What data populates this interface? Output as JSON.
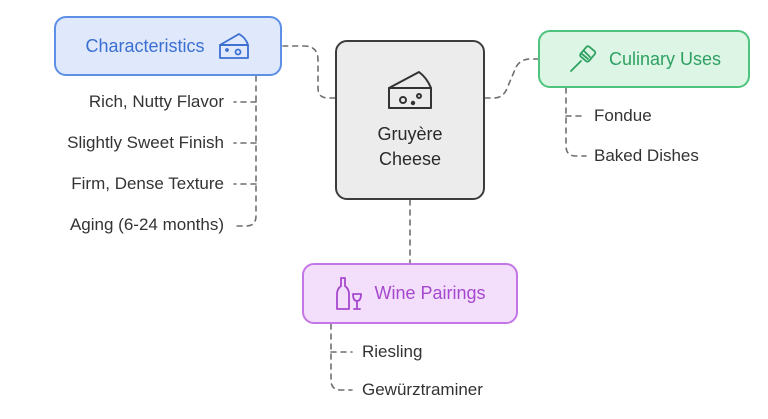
{
  "center": {
    "label_line1": "Gruyère",
    "label_line2": "Cheese",
    "icon": "cheese-icon"
  },
  "characteristics": {
    "label": "Characteristics",
    "icon": "cheese-icon",
    "color": "#5d8fe6",
    "items": [
      "Rich, Nutty Flavor",
      "Slightly Sweet Finish",
      "Firm, Dense Texture",
      "Aging (6-24 months)"
    ]
  },
  "culinary": {
    "label": "Culinary Uses",
    "icon": "spatula-icon",
    "color": "#4cc47d",
    "items": [
      "Fondue",
      "Baked Dishes"
    ]
  },
  "wine": {
    "label": "Wine Pairings",
    "icon": "wine-bottle-glass-icon",
    "color": "#c476e6",
    "items": [
      "Riesling",
      "Gewürztraminer"
    ]
  }
}
